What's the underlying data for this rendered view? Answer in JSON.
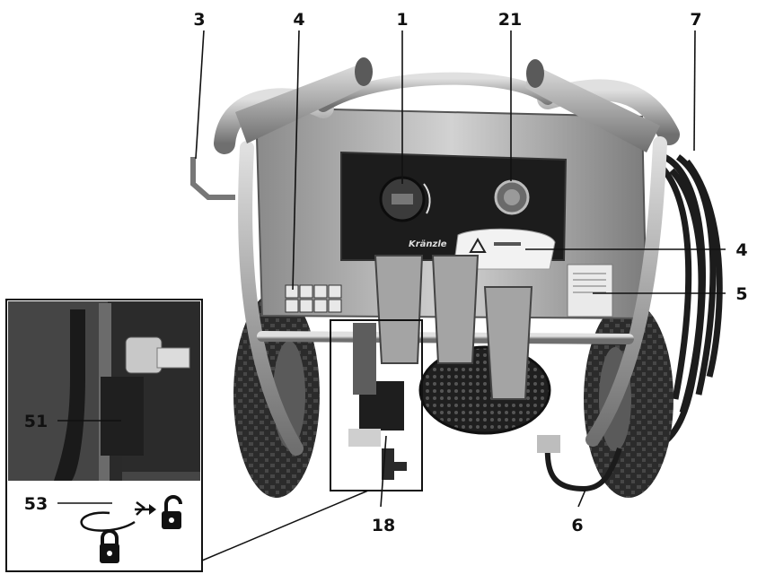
{
  "callouts": {
    "n3": "3",
    "n4_top": "4",
    "n1": "1",
    "n21": "21",
    "n7": "7",
    "n4_right": "4",
    "n5": "5",
    "n51": "51",
    "n53": "53",
    "n18": "18",
    "n6": "6"
  },
  "panel_label": "Kränzle",
  "icons": {
    "unlocked": "unlocked-padlock-icon",
    "locked": "locked-padlock-icon",
    "rotate": "rotate-arrow-icon"
  },
  "colors": {
    "steel": "#a9a9a9",
    "dark": "#2a2a2a",
    "line": "#111111"
  }
}
